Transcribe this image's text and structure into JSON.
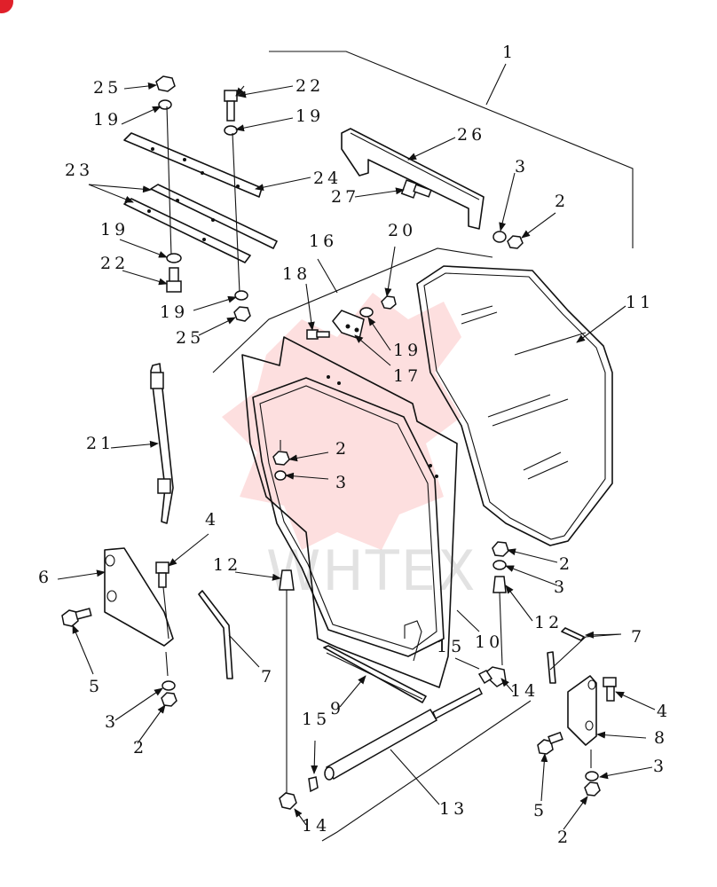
{
  "labels": {
    "l1": "1",
    "l2a": "2",
    "l2b": "2",
    "l2c": "2",
    "l2d": "2",
    "l2e": "2",
    "l3a": "3",
    "l3b": "3",
    "l3c": "3",
    "l3d": "3",
    "l3e": "3",
    "l4a": "4",
    "l4b": "4",
    "l5a": "5",
    "l5b": "5",
    "l6": "6",
    "l7a": "7",
    "l7b": "7",
    "l8": "8",
    "l9": "9",
    "l10": "10",
    "l11": "11",
    "l12a": "12",
    "l12b": "12",
    "l13": "13",
    "l14a": "14",
    "l14b": "14",
    "l15a": "15",
    "l15b": "15",
    "l16": "16",
    "l17": "17",
    "l18": "18",
    "l19a": "19",
    "l19b": "19",
    "l19c": "19",
    "l19d": "19",
    "l19e": "19",
    "l20": "20",
    "l21": "21",
    "l22a": "22",
    "l22b": "22",
    "l23": "23",
    "l24": "24",
    "l25a": "25",
    "l25b": "25",
    "l26": "26",
    "l27": "27"
  },
  "watermark": {
    "text": "WHTEX",
    "color": "#f03a3a"
  }
}
